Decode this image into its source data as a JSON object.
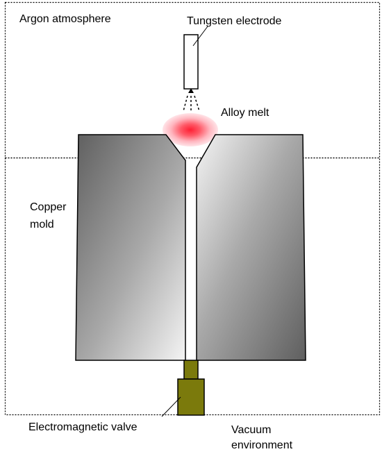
{
  "labels": {
    "argon": "Argon atmosphere",
    "electrode": "Tungsten electrode",
    "melt": "Alloy melt",
    "mold_line1": "Copper",
    "mold_line2": "mold",
    "valve": "Electromagnetic valve",
    "vacuum_line1": "Vacuum",
    "vacuum_line2": "environment"
  },
  "colors": {
    "mold_dark": "#5f5f5f",
    "mold_light": "#f4f4f4",
    "valve": "#7b7a0c",
    "melt_core": "#ff2a3a",
    "melt_glow": "#ffd3d8",
    "border": "#000000"
  }
}
